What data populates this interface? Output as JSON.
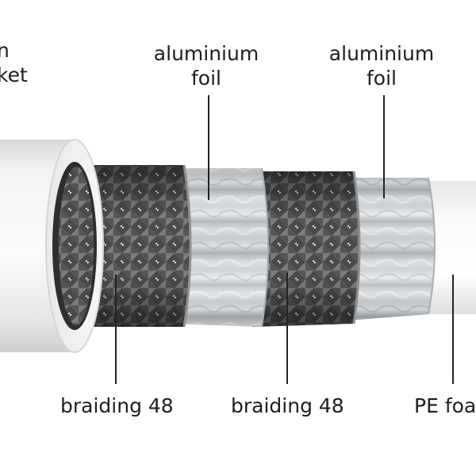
{
  "labels": {
    "jacket": {
      "line1": "n",
      "line2": "ket"
    },
    "foil_1": {
      "line1": "aluminium",
      "line2": "foil"
    },
    "foil_2": {
      "line1": "aluminium",
      "line2": "foil"
    },
    "braiding_1": "braiding 48",
    "braiding_2": "braiding 48",
    "dielectric": "PE foa"
  },
  "colors": {
    "jacket": "#f2f2f2",
    "braid": "#5a5a5a",
    "foil": "#c9cdd0",
    "dielectric": "#f7f7f7",
    "text": "#1e1e1e"
  }
}
